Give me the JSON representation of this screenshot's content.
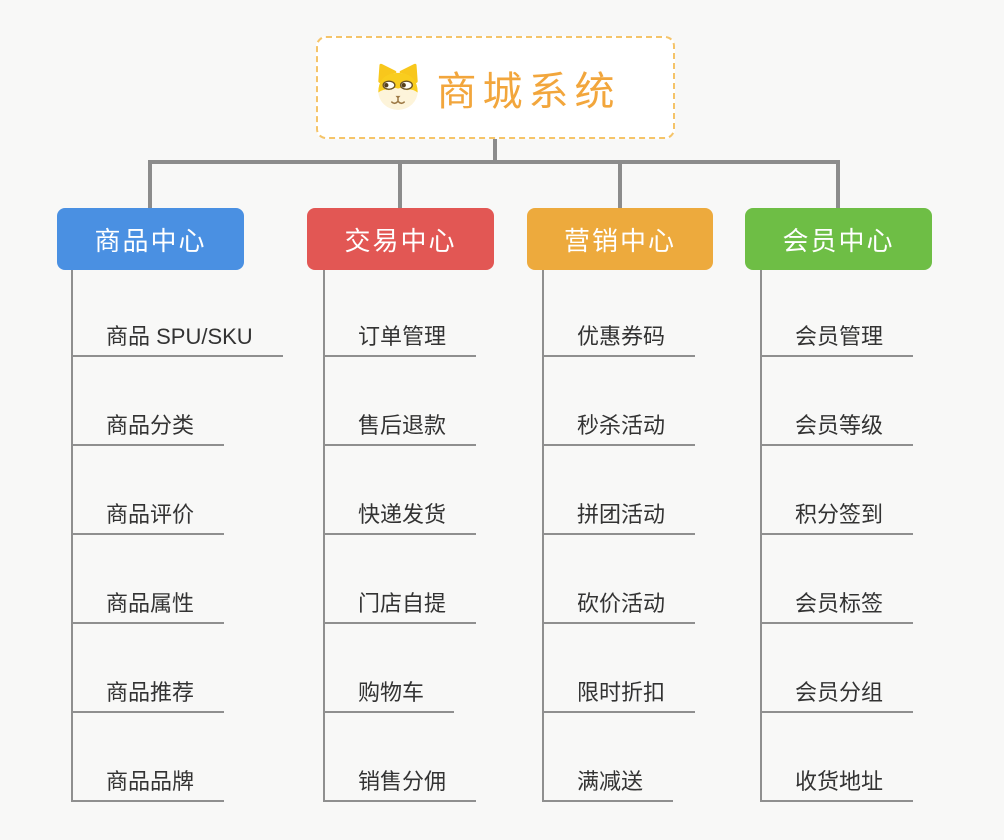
{
  "root": {
    "title": "商城系统",
    "icon": "dog-face-icon"
  },
  "branches": [
    {
      "label": "商品中心",
      "color": "#4a90e2",
      "children": [
        "商品 SPU/SKU",
        "商品分类",
        "商品评价",
        "商品属性",
        "商品推荐",
        "商品品牌"
      ]
    },
    {
      "label": "交易中心",
      "color": "#e25754",
      "children": [
        "订单管理",
        "售后退款",
        "快递发货",
        "门店自提",
        "购物车",
        "销售分佣"
      ]
    },
    {
      "label": "营销中心",
      "color": "#edaa3d",
      "children": [
        "优惠券码",
        "秒杀活动",
        "拼团活动",
        "砍价活动",
        "限时折扣",
        "满减送"
      ]
    },
    {
      "label": "会员中心",
      "color": "#6ebe45",
      "children": [
        "会员管理",
        "会员等级",
        "积分签到",
        "会员标签",
        "会员分组",
        "收货地址"
      ]
    }
  ],
  "colors": {
    "background": "#f8f8f7",
    "connector": "#8c8c8c",
    "tree_line": "#8f8f8f",
    "root_bg": "#ffffff",
    "root_border": "#f5c469",
    "root_text": "#f2a63c",
    "branch_text": "#ffffff",
    "child_text": "#333333"
  }
}
